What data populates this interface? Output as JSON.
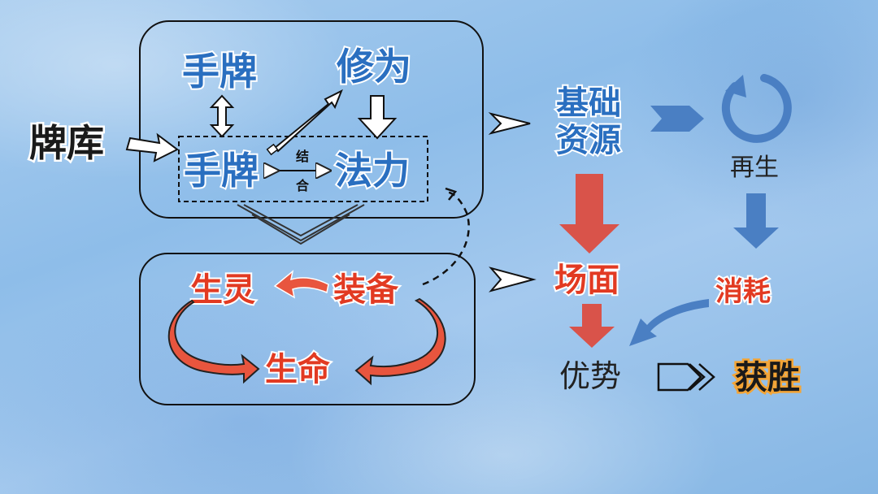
{
  "left_panel": {
    "deck": "牌库",
    "hand_top": "手牌",
    "cultivation": "修为",
    "hand_bottom": "手牌",
    "combine_char1": "结",
    "combine_char2": "合",
    "spell_power": "法力"
  },
  "bottom_panel": {
    "creature": "生灵",
    "equipment": "装备",
    "life": "生命"
  },
  "right_flow": {
    "basic_resources_line1": "基础",
    "basic_resources_line2": "资源",
    "regenerate": "再生",
    "field": "场面",
    "consume": "消耗",
    "advantage": "优势",
    "victory": "获胜"
  },
  "colors": {
    "blue_text": "#2a6fc0",
    "red_text": "#e23a22",
    "red_arrow": "#d9534a",
    "blue_arrow": "#4a7fc3"
  }
}
